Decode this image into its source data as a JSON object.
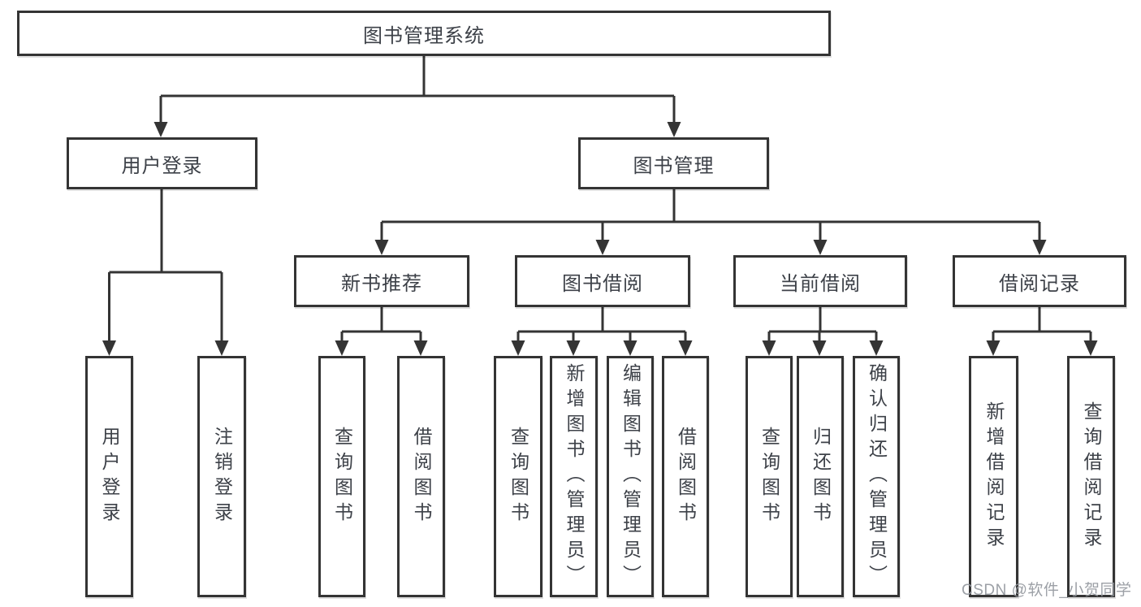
{
  "diagram": {
    "root": {
      "label": "图书管理系统"
    },
    "level2": {
      "user_login": {
        "label": "用户登录"
      },
      "book_mgmt": {
        "label": "图书管理"
      }
    },
    "level3": {
      "new_book_rec": {
        "label": "新书推荐"
      },
      "book_borrow": {
        "label": "图书借阅"
      },
      "current_borrow": {
        "label": "当前借阅"
      },
      "borrow_records": {
        "label": "借阅记录"
      }
    },
    "leaves": {
      "user_login_leaf": {
        "label": "用户登录",
        "parent": "用户登录"
      },
      "logout_leaf": {
        "label": "注销登录",
        "parent": "用户登录"
      },
      "query_book_rec": {
        "label": "查询图书",
        "parent": "新书推荐"
      },
      "borrow_book_rec": {
        "label": "借阅图书",
        "parent": "新书推荐"
      },
      "query_book_borrow": {
        "label": "查询图书",
        "parent": "图书借阅"
      },
      "add_book_admin": {
        "label": "新增图书（管理员）",
        "parent": "图书借阅"
      },
      "edit_book_admin": {
        "label": "编辑图书（管理员）",
        "parent": "图书借阅"
      },
      "borrow_book_borrow": {
        "label": "借阅图书",
        "parent": "图书借阅"
      },
      "query_book_current": {
        "label": "查询图书",
        "parent": "当前借阅"
      },
      "return_book": {
        "label": "归还图书",
        "parent": "当前借阅"
      },
      "confirm_return_admin": {
        "label": "确认归还（管理员）",
        "parent": "当前借阅"
      },
      "add_borrow_record": {
        "label": "新增借阅记录",
        "parent": "借阅记录"
      },
      "query_borrow_record": {
        "label": "查询借阅记录",
        "parent": "借阅记录"
      }
    },
    "colors": {
      "line": "#343434",
      "border": "#343434",
      "text": "#3d4148",
      "background": "#ffffff",
      "watermark": "#94989e"
    },
    "watermark": {
      "text": "CSDN @软件_小贺同学"
    }
  }
}
